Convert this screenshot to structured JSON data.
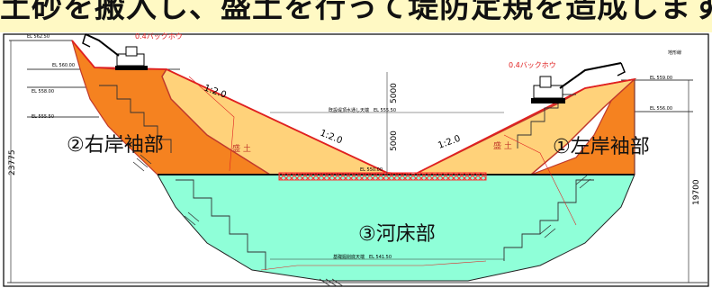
{
  "title": "土砂を搬入し、盛土を行って堤防定規を造成します。",
  "labels": {
    "left_bank": "②右岸袖部",
    "right_bank": "①左岸袖部",
    "riverbed": "③河床部",
    "fill_left": "盛 土",
    "fill_right": "盛 土",
    "backhoe_left": "0.4バックホウ",
    "backhoe_right": "0.4バックホウ",
    "terrain": "地形線",
    "slope_top_left": "1:2.0",
    "slope_mid_left": "1:2.0",
    "slope_right": "1:2.0",
    "dim_5000_top": "5000",
    "dim_5000_bottom": "5000",
    "dim_23775": "23775",
    "dim_19700": "19700"
  },
  "elevations": {
    "el_5625": "EL 562.50",
    "el_560_left": "EL 560.00",
    "el_558": "EL 558.00",
    "el_5555": "EL 555.50",
    "el_559": "EL 559.00",
    "el_556": "EL 556.00",
    "el_550": "EL 550.00",
    "el_5415": "EL 541.50",
    "center_line": "既設堤頂水通し天端　EL 555.50",
    "foundation": "基礎掘削底天端　EL 541.50"
  },
  "colors": {
    "title_band": "#fff9c4",
    "fill_orange": "#f58220",
    "fill_light": "#ffd27a",
    "riverbed": "#8fffd8",
    "red_line": "#e02020",
    "hatch_red": "#ff3030"
  }
}
